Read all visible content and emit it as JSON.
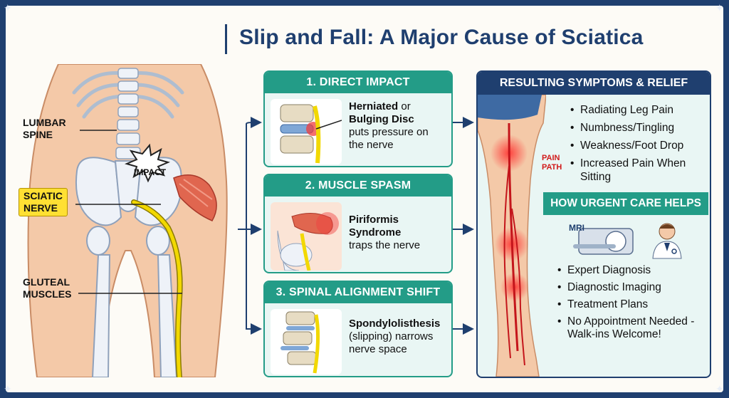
{
  "title": "Slip and Fall: A Major Cause of Sciatica",
  "anatomy": {
    "lumbar_spine": "LUMBAR\nSPINE",
    "sciatic_nerve": "SCIATIC\nNERVE",
    "gluteal_muscles": "GLUTEAL\nMUSCLES",
    "impact": "IMPACT"
  },
  "panels": [
    {
      "heading": "1. DIRECT IMPACT",
      "bold1": "Herniated",
      "rest1": " or",
      "bold2": "Bulging Disc",
      "rest2": "puts pressure on the nerve"
    },
    {
      "heading": "2. MUSCLE SPASM",
      "bold1": "Piriformis",
      "bold2": "Syndrome",
      "rest2": " traps the nerve"
    },
    {
      "heading": "3. SPINAL ALIGNMENT SHIFT",
      "bold1": "Spondylolisthesis",
      "rest1": "(slipping) narrows nerve space"
    }
  ],
  "symptoms": {
    "heading": "RESULTING SYMPTOMS & RELIEF",
    "items": [
      "Radiating Leg Pain",
      "Numbness/Tingling",
      "Weakness/Foot Drop",
      "Increased Pain When Sitting"
    ],
    "pain_path": "PAIN\nPATH"
  },
  "urgent_care": {
    "heading": "HOW URGENT CARE HELPS",
    "mri_label": "MRI",
    "items": [
      "Expert Diagnosis",
      "Diagnostic Imaging",
      "Treatment Plans",
      "No Appointment Needed - Walk-ins Welcome!"
    ]
  },
  "colors": {
    "navy": "#1f3f6f",
    "teal": "#239c87",
    "panel_bg": "#e9f6f4",
    "nerve": "#f2d800",
    "skin": "#f4c9a8",
    "pain": "#d11a1a"
  }
}
